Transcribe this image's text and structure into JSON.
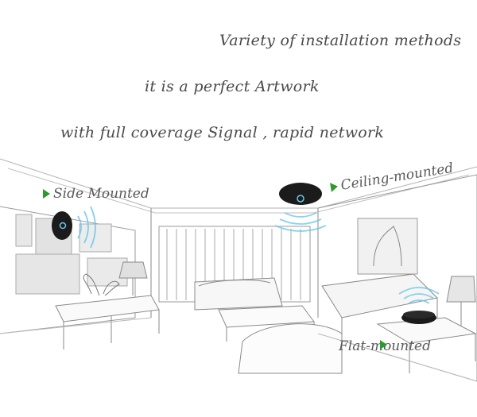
{
  "headlines": {
    "line1": "Variety of installation methods",
    "line2": "it is a perfect Artwork",
    "line3": "with full coverage Signal , rapid network"
  },
  "labels": {
    "side": "Side Mounted",
    "ceiling": "Ceiling-mounted",
    "flat": "Flat-mounted"
  },
  "colors": {
    "marker": "#2e9a2e",
    "signal": "#6cc8e8",
    "device": "#1b1b1b",
    "sketch": "#8a8a8a"
  },
  "icons": {
    "marker": "green-triangle-marker",
    "device": "round-hub-device",
    "signal": "signal-wave-arcs"
  }
}
